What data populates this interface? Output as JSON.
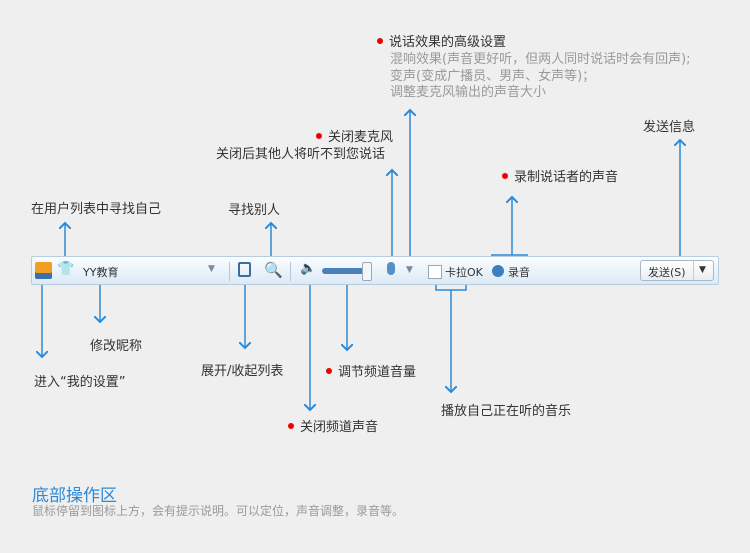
{
  "toolbar": {
    "nickname": "YY教育",
    "karaoke_label": "卡拉OK",
    "record_label": "录音",
    "send_label": "发送(S)"
  },
  "annotations": {
    "find_self": "在用户列表中寻找自己",
    "my_settings": "进入“我的设置”",
    "edit_nickname": "修改昵称",
    "find_others": "寻找别人",
    "toggle_list": "展开/收起列表",
    "mute_channel": "关闭频道声音",
    "channel_volume": "调节频道音量",
    "mic_off_title": "关闭麦克风",
    "mic_off_desc": "关闭后其他人将听不到您说话",
    "voice_effects_title": "说话效果的高级设置",
    "voice_effects_lines": [
      "混响效果(声音更好听，但两人同时说话时会有回声);",
      "变声(变成广播员、男声、女声等)；",
      "调整麦克风输出的声音大小"
    ],
    "record_speaker": "录制说话者的声音",
    "play_music": "播放自己正在听的音乐",
    "send_message": "发送信息"
  },
  "footer": {
    "title": "底部操作区",
    "desc": "鼠标停留到图标上方，会有提示说明。可以定位，声音调整，录音等。"
  },
  "colors": {
    "accent": "#2a8ad8",
    "bullet": "#e00000"
  }
}
